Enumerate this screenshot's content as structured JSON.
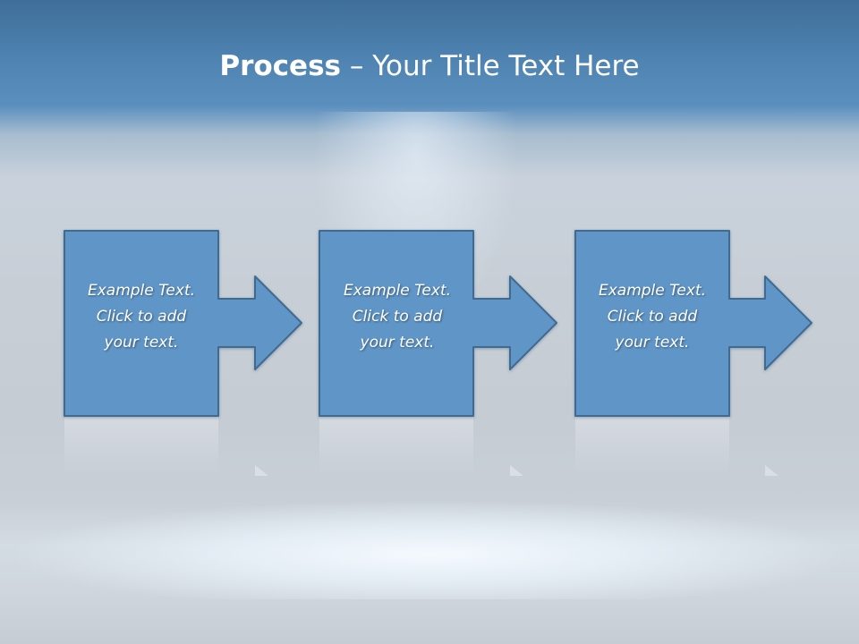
{
  "title": {
    "bold": "Process",
    "rest": " – Your Title Text Here"
  },
  "steps": [
    {
      "lines": [
        "Example Text.",
        "Click  to add",
        "your text."
      ]
    },
    {
      "lines": [
        "Example Text.",
        "Click  to add",
        "your text."
      ]
    },
    {
      "lines": [
        "Example Text.",
        "Click  to add",
        "your text."
      ]
    }
  ],
  "colors": {
    "shape_fill": "#6196c7",
    "shape_stroke": "#3f6a91",
    "header_band": "#4f84b3"
  }
}
